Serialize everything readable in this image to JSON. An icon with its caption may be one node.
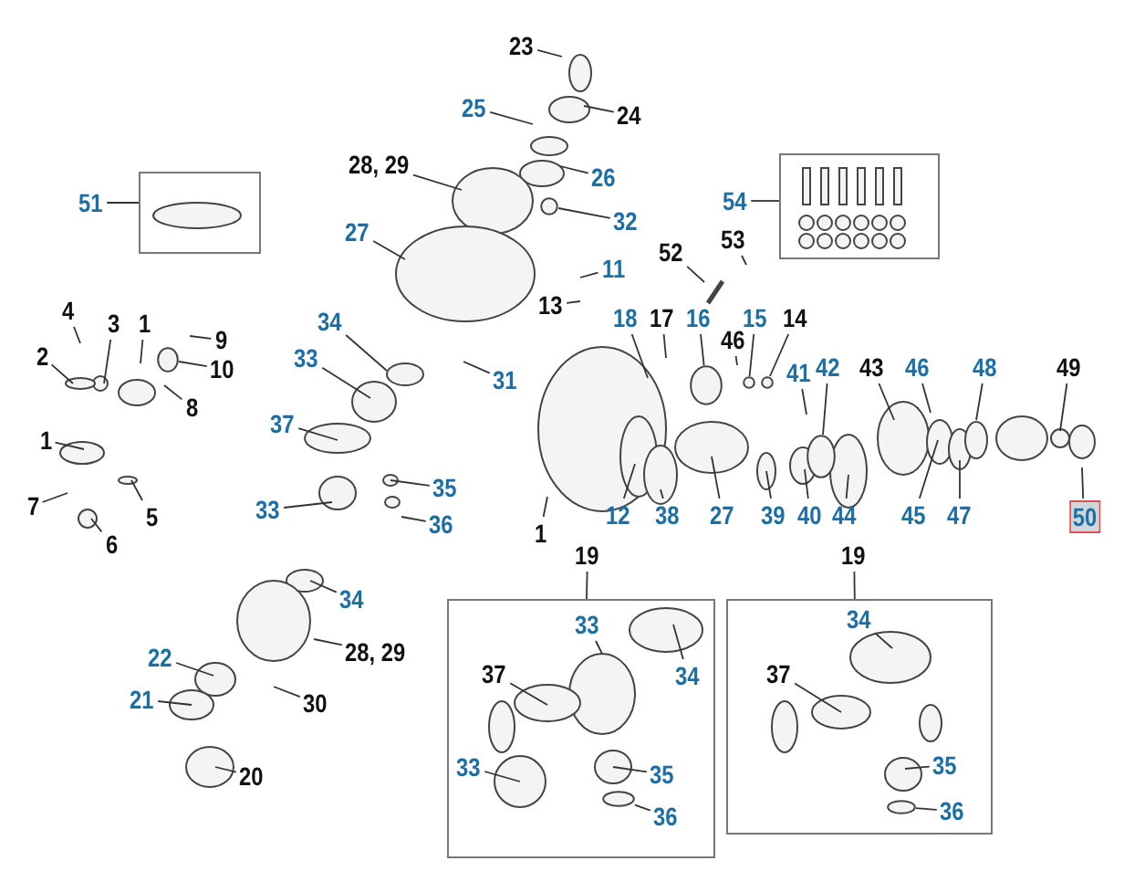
{
  "diagram": {
    "nodes": [
      {
        "text": [
          "23"
        ]
      },
      {
        "text": [
          "25"
        ]
      },
      {
        "text": [
          "24"
        ]
      },
      {
        "text": [
          "28, 29"
        ]
      },
      {
        "text": [
          "26"
        ]
      },
      {
        "text": [
          "51"
        ]
      },
      {
        "text": [],
        "shape": "box"
      },
      {
        "text": [
          "54"
        ]
      },
      {
        "text": [],
        "shape": "box"
      },
      {
        "text": [
          "32"
        ]
      },
      {
        "text": [
          "27"
        ]
      },
      {
        "text": [
          "52"
        ]
      },
      {
        "text": [
          "53"
        ]
      },
      {
        "text": [
          "11"
        ]
      },
      {
        "text": [
          "4"
        ]
      },
      {
        "text": [
          "3"
        ]
      },
      {
        "text": [
          "1"
        ]
      },
      {
        "text": [
          "9"
        ]
      },
      {
        "text": [
          "2"
        ]
      },
      {
        "text": [
          "10"
        ]
      },
      {
        "text": [
          "13"
        ]
      },
      {
        "text": [
          "17"
        ]
      },
      {
        "text": [
          "18"
        ]
      },
      {
        "text": [
          "16"
        ]
      },
      {
        "text": [
          "15"
        ]
      },
      {
        "text": [
          "14"
        ]
      },
      {
        "text": [
          "46"
        ]
      },
      {
        "text": [
          "34"
        ]
      },
      {
        "text": [
          "31"
        ]
      },
      {
        "text": [
          "8"
        ]
      },
      {
        "text": [
          "33"
        ]
      },
      {
        "text": [
          "37"
        ]
      },
      {
        "text": [
          "41"
        ]
      },
      {
        "text": [
          "42"
        ]
      },
      {
        "text": [
          "43"
        ]
      },
      {
        "text": [
          "46"
        ]
      },
      {
        "text": [
          "48"
        ]
      },
      {
        "text": [
          "49"
        ]
      },
      {
        "text": [
          "1"
        ]
      },
      {
        "text": [
          "5"
        ]
      },
      {
        "text": [
          "7"
        ]
      },
      {
        "text": [
          "6"
        ]
      },
      {
        "text": [
          "35"
        ]
      },
      {
        "text": [
          "33"
        ]
      },
      {
        "text": [
          "36"
        ]
      },
      {
        "text": [
          "12"
        ]
      },
      {
        "text": [
          "38"
        ]
      },
      {
        "text": [
          "27"
        ]
      },
      {
        "text": [
          "39"
        ]
      },
      {
        "text": [
          "40"
        ]
      },
      {
        "text": [
          "44"
        ]
      },
      {
        "text": [
          "45"
        ]
      },
      {
        "text": [
          "47"
        ]
      },
      {
        "text": [
          "50"
        ]
      },
      {
        "text": [
          "1"
        ]
      },
      {
        "text": [
          "34"
        ]
      },
      {
        "text": [
          "28, 29"
        ]
      },
      {
        "text": [
          "22"
        ]
      },
      {
        "text": [
          "21"
        ]
      },
      {
        "text": [
          "30"
        ]
      },
      {
        "text": [
          "20"
        ]
      },
      {
        "text": [
          "19"
        ]
      },
      {
        "text": [],
        "shape": "box"
      },
      {
        "text": [
          "33"
        ],
        "in": 62
      },
      {
        "text": [
          "34"
        ],
        "in": 62
      },
      {
        "text": [
          "37"
        ],
        "in": 62
      },
      {
        "text": [
          "33"
        ],
        "in": 62
      },
      {
        "text": [
          "35"
        ],
        "in": 62
      },
      {
        "text": [
          "36"
        ],
        "in": 62
      },
      {
        "text": [
          "19"
        ]
      },
      {
        "text": [],
        "shape": "box"
      },
      {
        "text": [
          "34"
        ],
        "in": 70
      },
      {
        "text": [
          "37"
        ],
        "in": 70
      },
      {
        "text": [
          "35"
        ],
        "in": 70
      },
      {
        "text": [
          "36"
        ],
        "in": 70
      },
      {
        "text": [],
        "shape": "circle"
      },
      {
        "text": [],
        "shape": "bar"
      },
      {
        "text": [],
        "shape": "circle"
      },
      {
        "text": [],
        "shape": "circle"
      },
      {
        "text": [],
        "shape": "circle"
      },
      {
        "text": [],
        "shape": "circle"
      },
      {
        "text": [],
        "shape": "circle"
      },
      {
        "text": [],
        "shape": "circle",
        "in": 62
      },
      {
        "text": [],
        "shape": "circle",
        "in": 70
      }
    ],
    "edges": [
      {
        "from": 0,
        "to": null,
        "arrow": "none"
      },
      {
        "from": 1,
        "to": null,
        "arrow": "none"
      },
      {
        "from": 2,
        "to": null,
        "arrow": "none"
      },
      {
        "from": 3,
        "to": null,
        "arrow": "none"
      },
      {
        "from": 4,
        "to": null,
        "arrow": "none"
      },
      {
        "from": 5,
        "to": 6,
        "arrow": "none"
      },
      {
        "from": 7,
        "to": 8,
        "arrow": "none"
      },
      {
        "from": 9,
        "to": 75,
        "arrow": "none"
      },
      {
        "from": 10,
        "to": null,
        "arrow": "none"
      },
      {
        "from": 11,
        "to": 76,
        "arrow": "none"
      },
      {
        "from": 12,
        "to": null,
        "arrow": "none"
      },
      {
        "from": 13,
        "to": null,
        "arrow": "none"
      },
      {
        "from": 14,
        "to": null,
        "arrow": "none"
      },
      {
        "from": 15,
        "to": null,
        "arrow": "none"
      },
      {
        "from": 16,
        "to": null,
        "arrow": "none"
      },
      {
        "from": 17,
        "to": null,
        "arrow": "none"
      },
      {
        "from": 18,
        "to": null,
        "arrow": "none"
      },
      {
        "from": 19,
        "to": 77,
        "arrow": "none"
      },
      {
        "from": 20,
        "to": null,
        "arrow": "none"
      },
      {
        "from": 21,
        "to": null,
        "arrow": "none"
      },
      {
        "from": 22,
        "to": null,
        "arrow": "none"
      },
      {
        "from": 23,
        "to": 78,
        "arrow": "none"
      },
      {
        "from": 24,
        "to": 79,
        "arrow": "none"
      },
      {
        "from": 25,
        "to": 80,
        "arrow": "none"
      },
      {
        "from": 26,
        "to": null,
        "arrow": "none"
      },
      {
        "from": 27,
        "to": null,
        "arrow": "none"
      },
      {
        "from": 28,
        "to": null,
        "arrow": "none"
      },
      {
        "from": 29,
        "to": null,
        "arrow": "none"
      },
      {
        "from": 30,
        "to": null,
        "arrow": "none"
      },
      {
        "from": 31,
        "to": null,
        "arrow": "none"
      },
      {
        "from": 32,
        "to": null,
        "arrow": "none"
      },
      {
        "from": 33,
        "to": 81,
        "arrow": "none"
      },
      {
        "from": 34,
        "to": null,
        "arrow": "none"
      },
      {
        "from": 35,
        "to": null,
        "arrow": "none"
      },
      {
        "from": 36,
        "to": null,
        "arrow": "none"
      },
      {
        "from": 37,
        "to": null,
        "arrow": "none"
      },
      {
        "from": 38,
        "to": null,
        "arrow": "none"
      },
      {
        "from": 39,
        "to": null,
        "arrow": "none"
      },
      {
        "from": 40,
        "to": null,
        "arrow": "none"
      },
      {
        "from": 41,
        "to": null,
        "arrow": "none"
      },
      {
        "from": 42,
        "to": null,
        "arrow": "none"
      },
      {
        "from": 43,
        "to": null,
        "arrow": "none"
      },
      {
        "from": 44,
        "to": null,
        "arrow": "none"
      },
      {
        "from": 45,
        "to": null,
        "arrow": "none"
      },
      {
        "from": 46,
        "to": null,
        "arrow": "none"
      },
      {
        "from": 47,
        "to": null,
        "arrow": "none"
      },
      {
        "from": 48,
        "to": null,
        "arrow": "none"
      },
      {
        "from": 49,
        "to": null,
        "arrow": "none"
      },
      {
        "from": 50,
        "to": null,
        "arrow": "none"
      },
      {
        "from": 51,
        "to": null,
        "arrow": "none"
      },
      {
        "from": 52,
        "to": null,
        "arrow": "none"
      },
      {
        "from": 53,
        "to": null,
        "arrow": "none"
      },
      {
        "from": 54,
        "to": null,
        "arrow": "none"
      },
      {
        "from": 55,
        "to": null,
        "arrow": "none"
      },
      {
        "from": 56,
        "to": null,
        "arrow": "none"
      },
      {
        "from": 57,
        "to": null,
        "arrow": "none"
      },
      {
        "from": 58,
        "to": null,
        "arrow": "none"
      },
      {
        "from": 59,
        "to": null,
        "arrow": "none"
      },
      {
        "from": 60,
        "to": null,
        "arrow": "none"
      },
      {
        "from": 61,
        "to": 62,
        "arrow": "none"
      },
      {
        "from": 63,
        "to": null,
        "arrow": "none"
      },
      {
        "from": 64,
        "to": null,
        "arrow": "none"
      },
      {
        "from": 65,
        "to": null,
        "arrow": "none"
      },
      {
        "from": 66,
        "to": null,
        "arrow": "none"
      },
      {
        "from": 67,
        "to": null,
        "arrow": "none"
      },
      {
        "from": 68,
        "to": 82,
        "arrow": "none"
      },
      {
        "from": 69,
        "to": 70,
        "arrow": "none"
      },
      {
        "from": 71,
        "to": null,
        "arrow": "none"
      },
      {
        "from": 72,
        "to": null,
        "arrow": "none"
      },
      {
        "from": 73,
        "to": null,
        "arrow": "none"
      },
      {
        "from": 74,
        "to": 83,
        "arrow": "none"
      }
    ]
  }
}
